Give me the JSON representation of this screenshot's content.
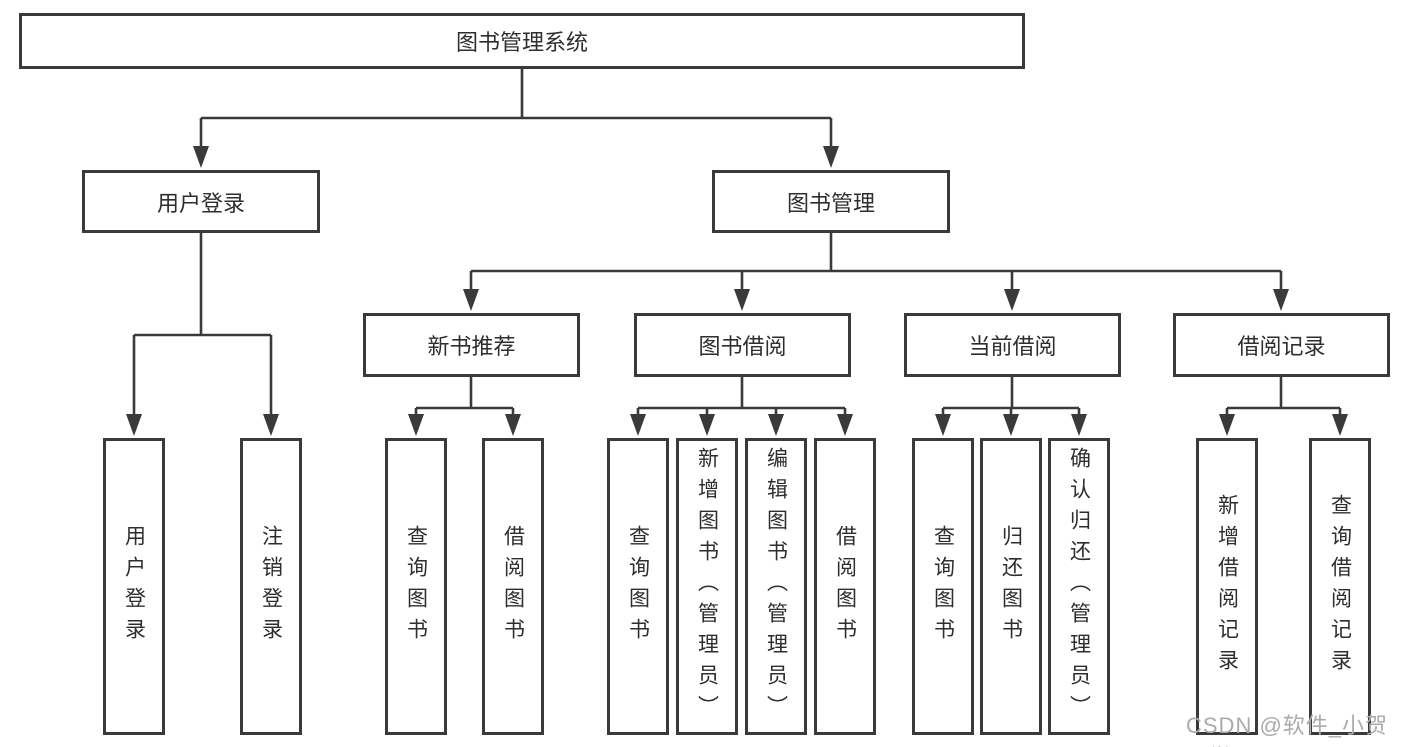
{
  "tree": {
    "root": {
      "label": "图书管理系统"
    },
    "branches": [
      {
        "label": "用户登录",
        "children": [
          {
            "label": "用户登录"
          },
          {
            "label": "注销登录"
          }
        ]
      },
      {
        "label": "图书管理",
        "children": [
          {
            "label": "新书推荐",
            "children": [
              {
                "label": "查询图书"
              },
              {
                "label": "借阅图书"
              }
            ]
          },
          {
            "label": "图书借阅",
            "children": [
              {
                "label": "查询图书"
              },
              {
                "label": "新增图书（管理员）"
              },
              {
                "label": "编辑图书（管理员）"
              },
              {
                "label": "借阅图书"
              }
            ]
          },
          {
            "label": "当前借阅",
            "children": [
              {
                "label": "查询图书"
              },
              {
                "label": "归还图书"
              },
              {
                "label": "确认归还（管理员）"
              }
            ]
          },
          {
            "label": "借阅记录",
            "children": [
              {
                "label": "新增借阅记录"
              },
              {
                "label": "查询借阅记录"
              }
            ]
          }
        ]
      }
    ]
  },
  "watermark": "CSDN @软件_小贺同学",
  "colors": {
    "line": "#3a3a3a",
    "text": "#2e2e2e",
    "watermark": "#ababab",
    "background": "#ffffff"
  }
}
